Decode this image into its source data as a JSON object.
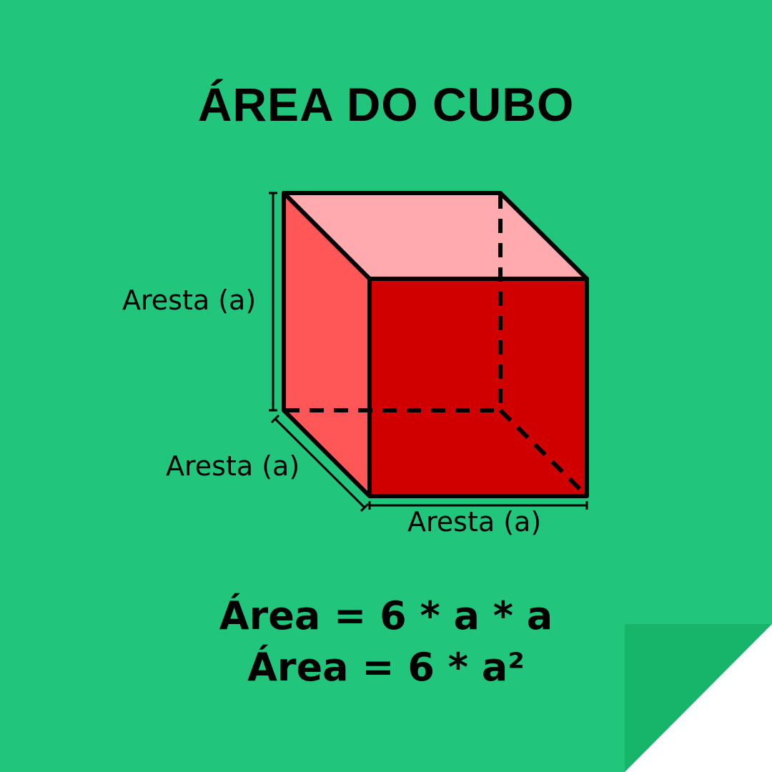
{
  "title": "ÁREA DO CUBO",
  "labels": {
    "height": "Aresta (a)",
    "depth": "Aresta (a)",
    "width": "Aresta (a)"
  },
  "formulas": {
    "line1": "Área = 6 * a * a",
    "line2": "Área = 6 * a²"
  },
  "colors": {
    "background": "#21c67c",
    "corner_fold": "#16b56a",
    "corner_page": "#ffffff",
    "cube_front": "#d10000",
    "cube_side": "#ff5757",
    "cube_top": "#ffaaaf",
    "edge": "#000000"
  }
}
